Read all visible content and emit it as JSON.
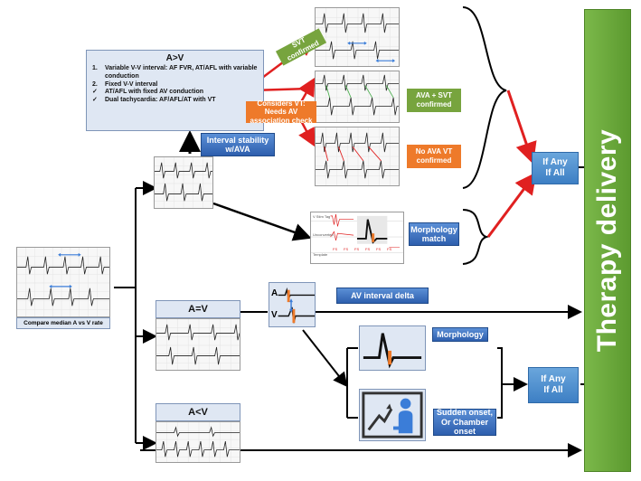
{
  "labels": {
    "compare": "Compare median A vs V rate",
    "av_greater_title": "A>V",
    "av_equal_title": "A=V",
    "av_less_title": "A<V",
    "av_greater_items": [
      {
        "marker": "1.",
        "text": "Variable V-V interval: AF FVR, AT/AFL with variable conduction"
      },
      {
        "marker": "2.",
        "text": "Fixed V-V interval"
      },
      {
        "marker": "✓",
        "text": "AT/AFL with fixed AV conduction"
      },
      {
        "marker": "✓",
        "text": "Dual tachycardia: AF/AFL/AT with VT"
      }
    ],
    "interval_stability": "Interval stability w/AVA",
    "svt_confirmed": "SVT confirmed",
    "considers_vt": "Considers VT: Needs AV association check",
    "ava_svt": "AVA + SVT confirmed",
    "no_ava_vt": "No AVA VT confirmed",
    "morphology_match": "Morphology match",
    "av_interval_delta": "AV interval delta",
    "morphology": "Morphology",
    "sudden_onset": "Sudden onset, Or Chamber onset",
    "if_any_1": "If Any",
    "if_all_1": "If All",
    "if_any_2": "If Any",
    "if_all_2": "If All",
    "therapy_delivery": "Therapy delivery",
    "av_a": "A",
    "av_v": "V",
    "snippet_rows": [
      "V Stim Tag",
      "Unconverted",
      "Template"
    ],
    "snippet_markers": [
      "FS",
      "FS",
      "FS",
      "FS",
      "FS",
      "FS"
    ]
  },
  "colors": {
    "blue_box": "#3a6fc0",
    "green_box": "#77a43e",
    "orange_box": "#ee7a2a",
    "therapy_green": "#6aab3b",
    "red_arrow": "#e02020",
    "panel_fill": "#dfe7f3"
  }
}
